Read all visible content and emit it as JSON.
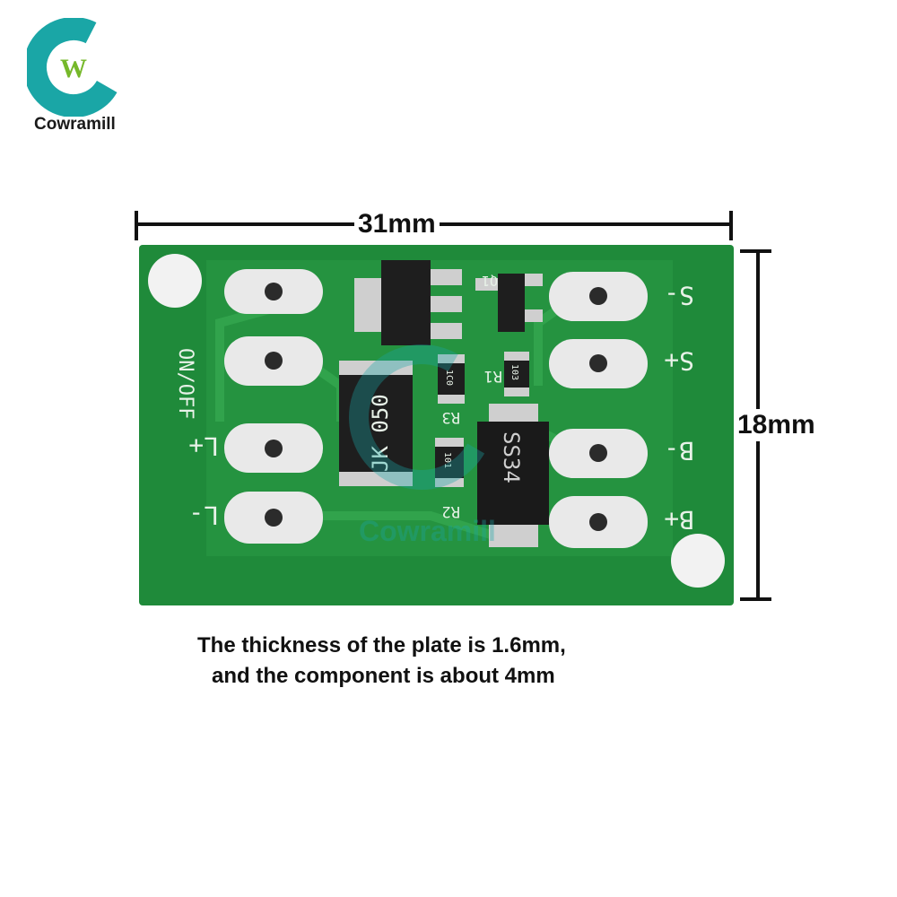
{
  "brand": {
    "logo_letter": "W",
    "name": "Cowramill",
    "watermark": "Cowramill",
    "colors": {
      "teal": "#1aa6a6",
      "green": "#76b82a"
    }
  },
  "dimensions": {
    "width_label": "31mm",
    "height_label": "18mm"
  },
  "caption": {
    "line1": "The thickness of the plate is 1.6mm,",
    "line2": "and the component is about 4mm"
  },
  "board": {
    "color": "#1f8a3a",
    "silkscreen": {
      "on_off": "ON/OFF",
      "pad_labels_right": [
        "S-",
        "S+",
        "B-",
        "B+"
      ],
      "pad_labels_left": [
        "L+",
        "L-"
      ],
      "components": [
        "Q1",
        "R1",
        "R3",
        "R2",
        "JK 050",
        "SS34"
      ],
      "resistor_codes": [
        "1C0",
        "103",
        "101"
      ]
    }
  }
}
